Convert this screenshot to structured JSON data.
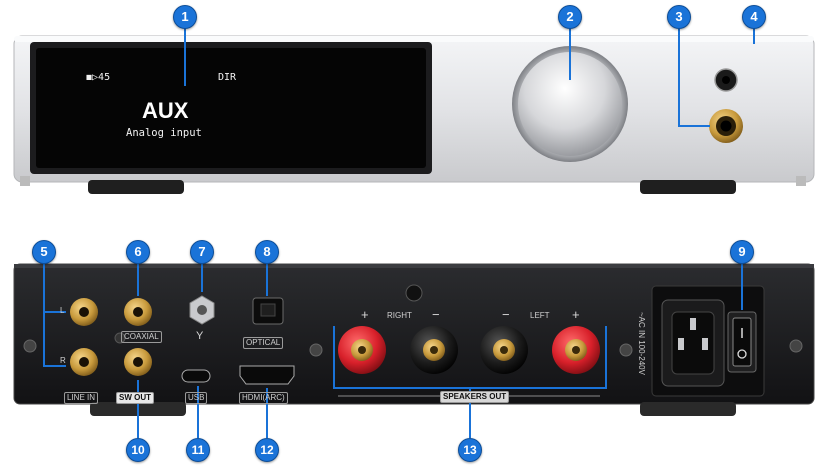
{
  "front": {
    "volume_text": "45",
    "mode_text": "DIR",
    "source_text": "AUX",
    "source_desc": "Analog input"
  },
  "rear": {
    "channel_l": "L",
    "channel_r": "R",
    "label_coaxial": "COAXIAL",
    "label_line_in": "LINE IN",
    "label_sw_out": "SW OUT",
    "label_optical": "OPTICAL",
    "label_usb": "USB",
    "label_hdmi": "HDMI(ARC)",
    "label_right": "RIGHT",
    "label_left": "LEFT",
    "label_speakers_out": "SPEAKERS OUT",
    "label_ac_in": "~AC IN 100-240V",
    "plus": "+",
    "minus": "−",
    "antenna_glyph": "Y"
  },
  "callouts": [
    "1",
    "2",
    "3",
    "4",
    "5",
    "6",
    "7",
    "8",
    "9",
    "10",
    "11",
    "12",
    "13"
  ],
  "colors": {
    "callout_blue": "#1a73d8",
    "chassis_silver": "#e4e5e8",
    "screen_black": "#050505",
    "speaker_red": "#d8202a",
    "gold": "#c89a3c"
  },
  "icons": [
    "speaker-volume-icon",
    "volume-knob",
    "headphone-jack",
    "rca-jack",
    "antenna-jack",
    "optical-port",
    "usb-c-port",
    "hdmi-port",
    "binding-post",
    "power-inlet",
    "power-switch"
  ]
}
